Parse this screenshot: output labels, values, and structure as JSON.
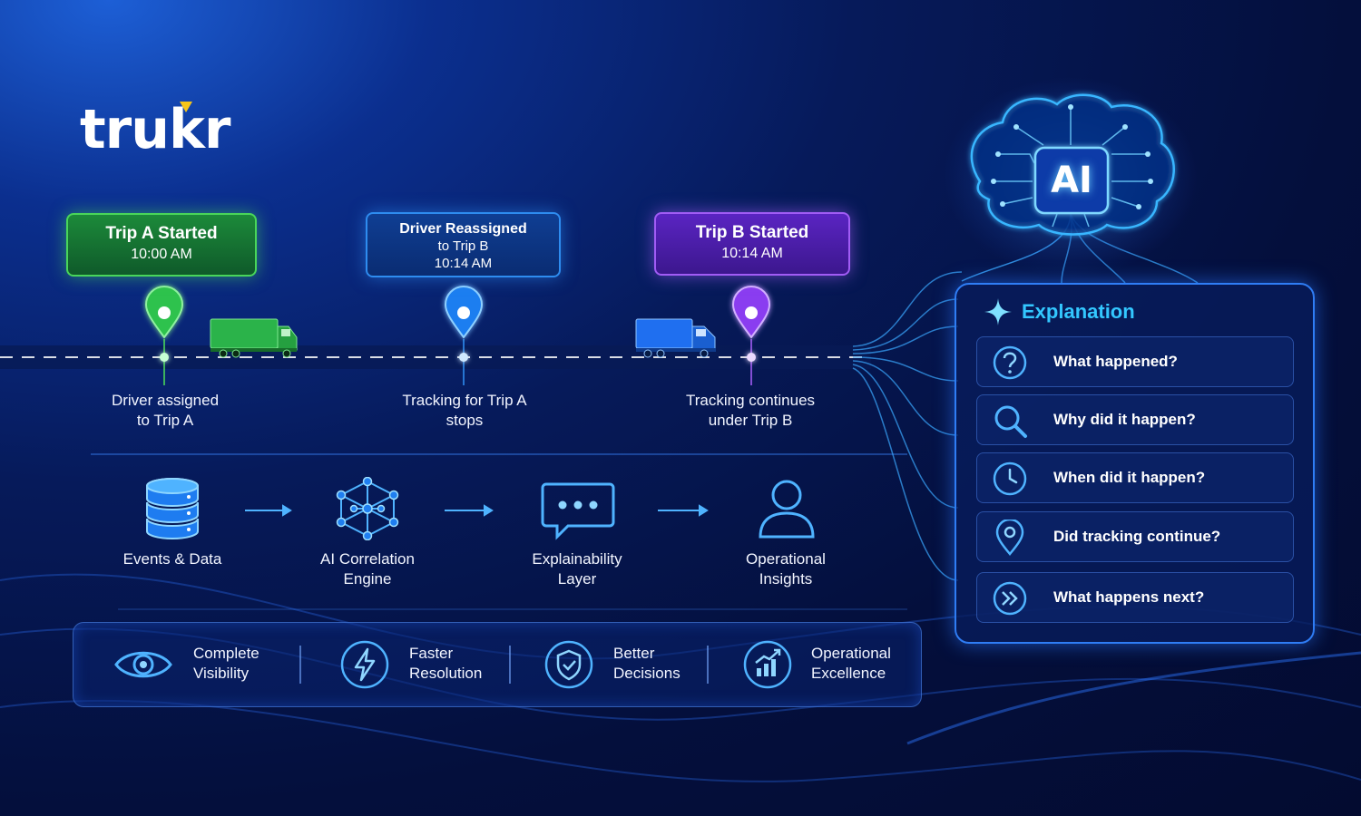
{
  "brand": {
    "logo_text": "trukr",
    "accent_color": "#f6c518"
  },
  "timeline": {
    "events": [
      {
        "title": "Trip A Started",
        "time": "10:00 AM",
        "label_line1": "Driver assigned",
        "label_line2": "to Trip A",
        "color": "#49d65a"
      },
      {
        "title_line1": "Driver Reassigned",
        "title_line2": "to Trip B",
        "time": "10:14 AM",
        "label_line1": "Tracking for Trip A",
        "label_line2": "stops",
        "color": "#2e8cf0"
      },
      {
        "title": "Trip B Started",
        "time": "10:14 AM",
        "label_line1": "Tracking continues",
        "label_line2": "under Trip B",
        "color": "#a15cf5"
      }
    ]
  },
  "process": {
    "steps": [
      {
        "line1": "Events & Data",
        "line2": "",
        "icon": "database-icon"
      },
      {
        "line1": "AI Correlation",
        "line2": "Engine",
        "icon": "network-icon"
      },
      {
        "line1": "Explainability",
        "line2": "Layer",
        "icon": "chat-bubble-icon"
      },
      {
        "line1": "Operational",
        "line2": "Insights",
        "icon": "user-icon"
      }
    ]
  },
  "benefits": [
    {
      "line1": "Complete",
      "line2": "Visibility",
      "icon": "eye-icon"
    },
    {
      "line1": "Faster",
      "line2": "Resolution",
      "icon": "lightning-icon"
    },
    {
      "line1": "Better",
      "line2": "Decisions",
      "icon": "shield-check-icon"
    },
    {
      "line1": "Operational",
      "line2": "Excellence",
      "icon": "growth-chart-icon"
    }
  ],
  "ai": {
    "badge_text": "AI"
  },
  "explanation": {
    "title": "Explanation",
    "questions": [
      {
        "text": "What happened?",
        "icon": "question-icon"
      },
      {
        "text": "Why did it happen?",
        "icon": "magnifier-icon"
      },
      {
        "text": "When did it happen?",
        "icon": "clock-icon"
      },
      {
        "text": "Did tracking continue?",
        "icon": "location-pin-icon"
      },
      {
        "text": "What happens next?",
        "icon": "fast-forward-icon"
      }
    ]
  }
}
